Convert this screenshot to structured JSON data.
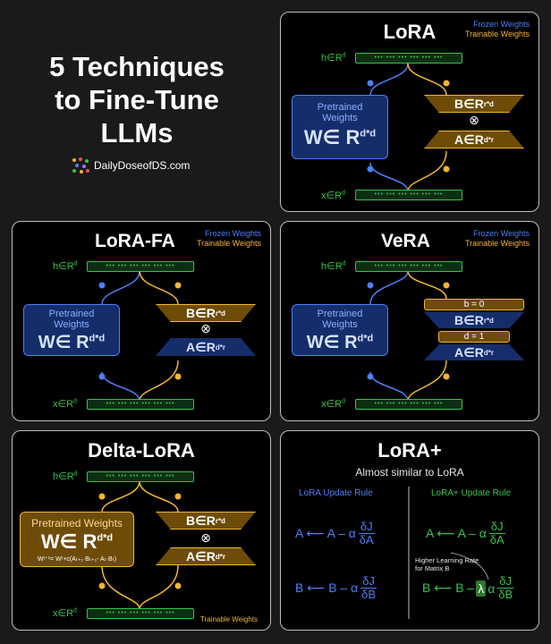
{
  "main": {
    "title_lines": [
      "5 Techniques",
      "to Fine-Tune",
      "LLMs"
    ],
    "brand": "DailyDoseofDS.com"
  },
  "legend": {
    "frozen": "Frozen Weights",
    "trainable": "Trainable Weights"
  },
  "vector_dots": "••• ••• ••• ••• ••• •••",
  "labels": {
    "h": "h∈R",
    "x": "x∈R",
    "d": "d",
    "pretrained": "Pretrained Weights",
    "W": "W∈ R",
    "dd": "d*d",
    "B": "B∈R",
    "rd": "r*d",
    "A": "A∈R",
    "dr": "d*r",
    "otimes": "⊗"
  },
  "panels": {
    "lora": {
      "title": "LoRA"
    },
    "lorafa": {
      "title": "LoRA-FA"
    },
    "vera": {
      "title": "VeRA",
      "b": "b = 0",
      "dvec": "d = 1"
    },
    "delta": {
      "title": "Delta-LoRA",
      "formula": "Wᵗ⁺¹= Wᵗ+c(Aₜ₊₁·Bₜ₊₁- Aₜ·Bₜ)",
      "trainable": "Trainable Weights"
    },
    "loraplus": {
      "title": "LoRA+",
      "subtitle": "Almost similar to LoRA",
      "left_head": "LoRA Update Rule",
      "right_head": "LoRA+ Update Rule",
      "eqA_lhs": "A ⟵ A –  α",
      "eqB_lhs": "B ⟵ B –  α",
      "eqBplus_lhs": "B ⟵ B –",
      "lambda": "λ",
      "alpha": "α",
      "num": "δJ",
      "denA": "δA",
      "denB": "δB",
      "note": "Higher Learning Rate for Matrix B"
    }
  },
  "colors": {
    "frozen": "#4f7ff5",
    "trainable": "#f2b632",
    "vector": "#37c24a",
    "background": "#000000"
  }
}
